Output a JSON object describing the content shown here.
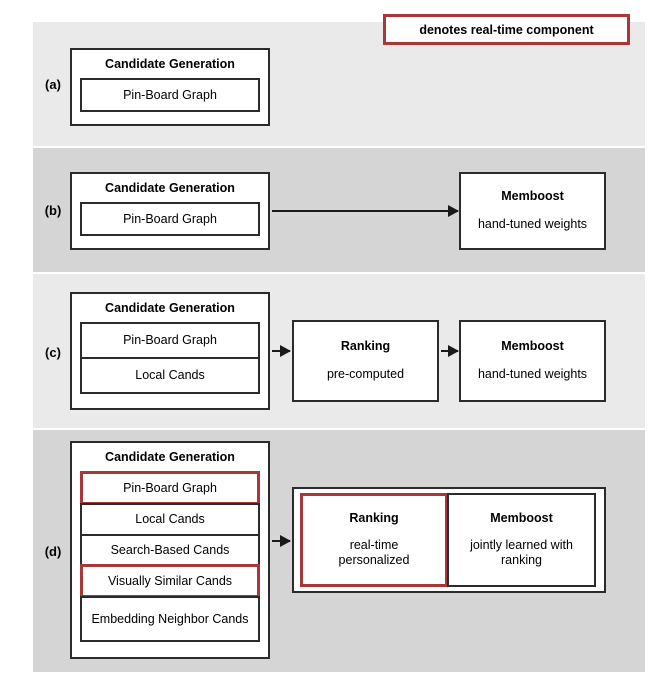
{
  "legend": {
    "text": "denotes real-time component",
    "border_color": "#a83838"
  },
  "rows": {
    "a": {
      "label": "(a)",
      "background": "#eaeaea",
      "candidate_generation": {
        "title": "Candidate Generation",
        "cells": [
          {
            "label": "Pin-Board Graph",
            "realtime": false
          }
        ]
      }
    },
    "b": {
      "label": "(b)",
      "background": "#d5d5d5",
      "candidate_generation": {
        "title": "Candidate Generation",
        "cells": [
          {
            "label": "Pin-Board Graph",
            "realtime": false
          }
        ]
      },
      "memboost": {
        "title": "Memboost",
        "subtitle": "hand-tuned weights"
      }
    },
    "c": {
      "label": "(c)",
      "background": "#eaeaea",
      "candidate_generation": {
        "title": "Candidate Generation",
        "cells": [
          {
            "label": "Pin-Board Graph",
            "realtime": false
          },
          {
            "label": "Local Cands",
            "realtime": false
          }
        ]
      },
      "ranking": {
        "title": "Ranking",
        "subtitle": "pre-computed"
      },
      "memboost": {
        "title": "Memboost",
        "subtitle": "hand-tuned weights"
      }
    },
    "d": {
      "label": "(d)",
      "background": "#d5d5d5",
      "candidate_generation": {
        "title": "Candidate Generation",
        "cells": [
          {
            "label": "Pin-Board Graph",
            "realtime": true
          },
          {
            "label": "Local Cands",
            "realtime": false
          },
          {
            "label": "Search-Based Cands",
            "realtime": false
          },
          {
            "label": "Visually Similar Cands",
            "realtime": true
          },
          {
            "label": "Embedding Neighbor Cands",
            "realtime": false
          }
        ]
      },
      "ranking": {
        "title": "Ranking",
        "subtitle": "real-time personalized",
        "realtime": true
      },
      "memboost": {
        "title": "Memboost",
        "subtitle": "jointly learned with ranking",
        "realtime": false
      }
    }
  }
}
